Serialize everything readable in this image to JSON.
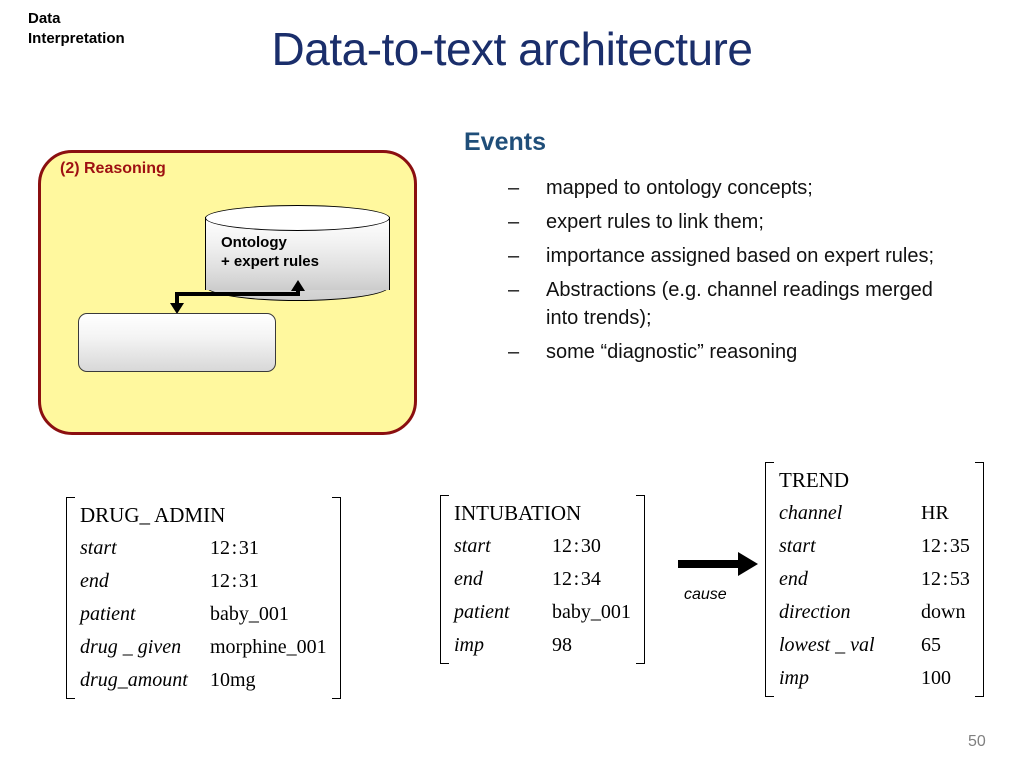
{
  "slide": {
    "title": "Data-to-text architecture",
    "page_number": "50",
    "colors": {
      "title": "#1A2E6B",
      "panel_fill": "#FFF89E",
      "panel_border": "#8B0F10",
      "panel_label": "#9E1012",
      "heading": "#1F4E79",
      "page_number": "#808080"
    }
  },
  "reasoning_panel": {
    "label": "(2) Reasoning",
    "cylinder": {
      "line1": "Ontology",
      "line2": "+ expert rules"
    },
    "process_box": {
      "line1": "Data",
      "line2": "Interpretation"
    }
  },
  "events": {
    "heading": "Events",
    "dash": "–",
    "items": [
      {
        "text": "mapped to ontology concepts;"
      },
      {
        "text": "expert rules to link them;"
      },
      {
        "text": "importance assigned based on expert rules;"
      },
      {
        "text": "Abstractions (e.g. channel readings merged into trends);"
      },
      {
        "text": "some “diagnostic” reasoning"
      }
    ]
  },
  "relation": {
    "arrow_label": "cause"
  },
  "structures": [
    {
      "id": "drug-admin",
      "title": "DRUG_ ADMIN",
      "rows": [
        {
          "attr": "start",
          "value": "12 : 31"
        },
        {
          "attr": "end",
          "value": "12 : 31"
        },
        {
          "attr": "patient",
          "value": "baby_001"
        },
        {
          "attr": "drug _ given",
          "value": "morphine_001"
        },
        {
          "attr": "drug_amount",
          "value": "10mg"
        }
      ]
    },
    {
      "id": "intubation",
      "title": "INTUBATION",
      "rows": [
        {
          "attr": "start",
          "value": "12 : 30"
        },
        {
          "attr": "end",
          "value": "12 : 34"
        },
        {
          "attr": "patient",
          "value": "baby_001"
        },
        {
          "attr": "imp",
          "value": "98"
        }
      ]
    },
    {
      "id": "trend",
      "title": "TREND",
      "rows": [
        {
          "attr": "channel",
          "value": "HR"
        },
        {
          "attr": "start",
          "value": "12 : 35"
        },
        {
          "attr": "end",
          "value": "12 : 53"
        },
        {
          "attr": "direction",
          "value": "down"
        },
        {
          "attr": "lowest _ val",
          "value": "65"
        },
        {
          "attr": "imp",
          "value": "100"
        }
      ]
    }
  ]
}
